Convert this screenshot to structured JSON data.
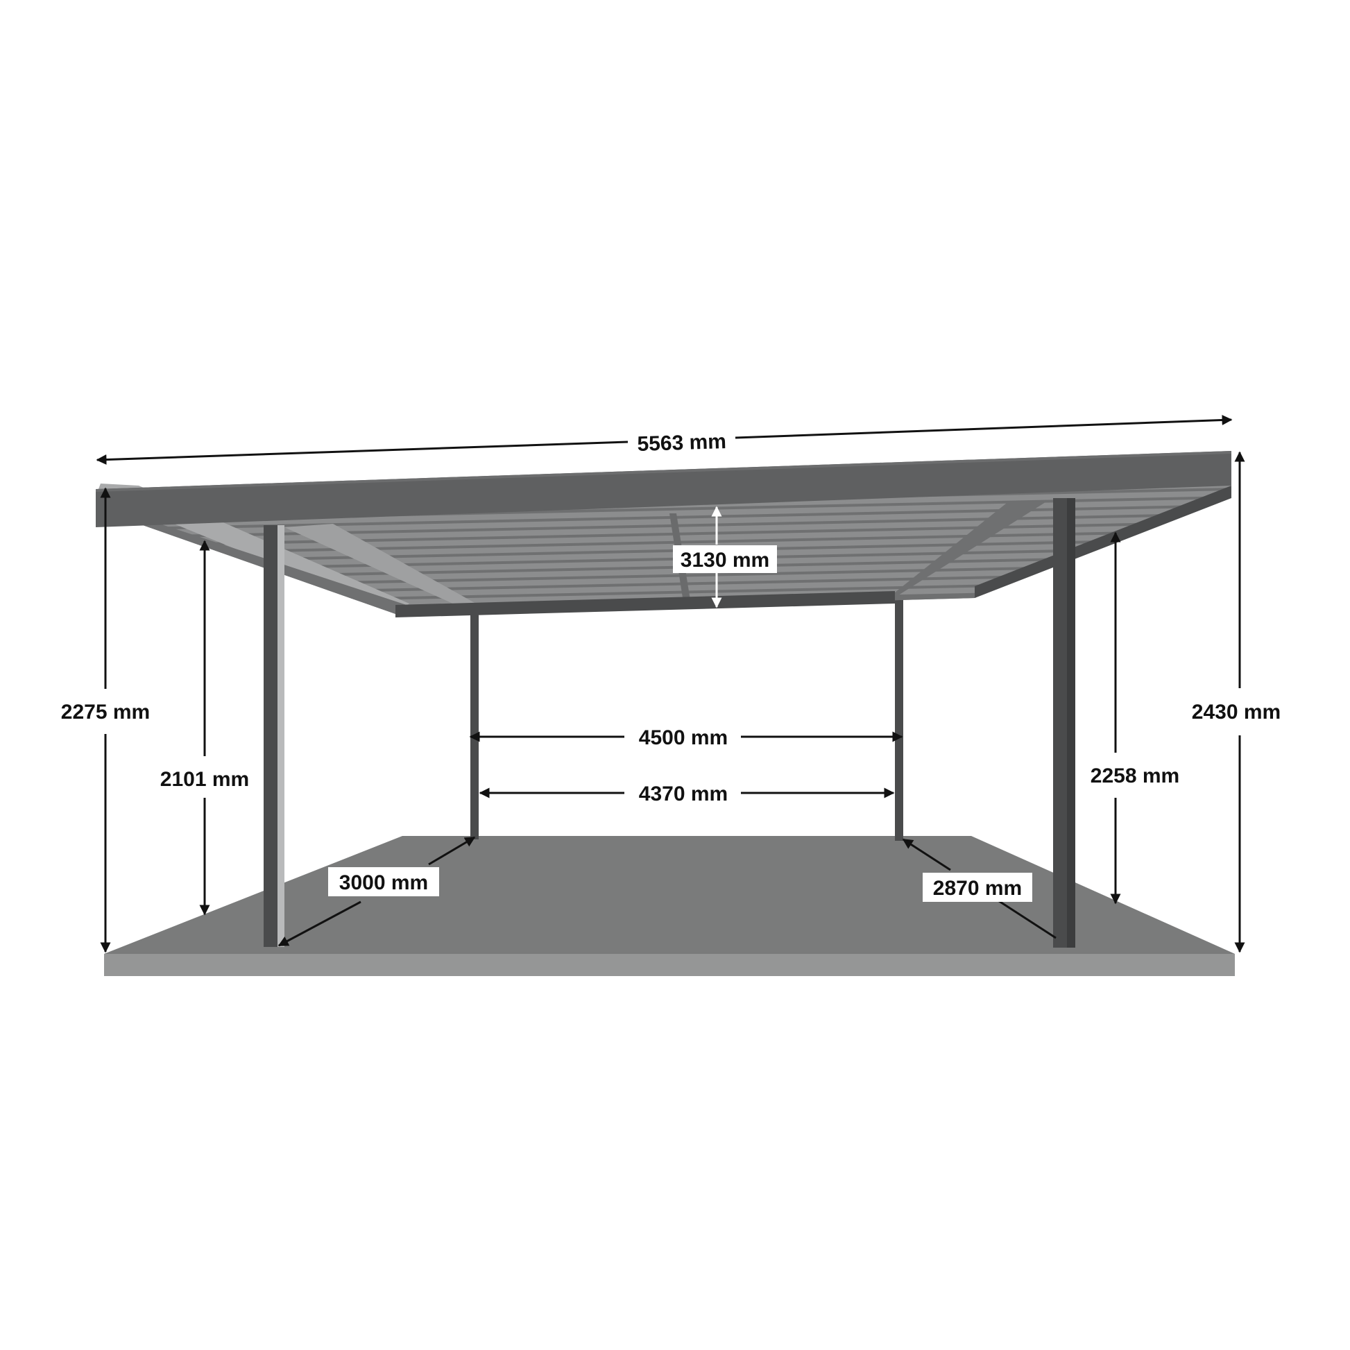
{
  "dimensions": {
    "total_width": "5563 mm",
    "front_left_height": "2275 mm",
    "inner_left_height": "2101 mm",
    "roof_depth": "3130 mm",
    "back_post_span_outer": "4500 mm",
    "back_post_span_inner": "4370 mm",
    "right_outer_height": "2430 mm",
    "right_inner_height": "2258 mm",
    "left_depth": "3000 mm",
    "right_depth": "2870 mm"
  },
  "colors": {
    "roof": "#5f6061",
    "roof_slats": "#8c8d8e",
    "post_dark": "#4a4b4c",
    "post_light": "#b9babb",
    "ground_top": "#7a7b7b",
    "ground_front": "#959696",
    "arrow": "#111111",
    "arrow_light": "#ffffff"
  }
}
